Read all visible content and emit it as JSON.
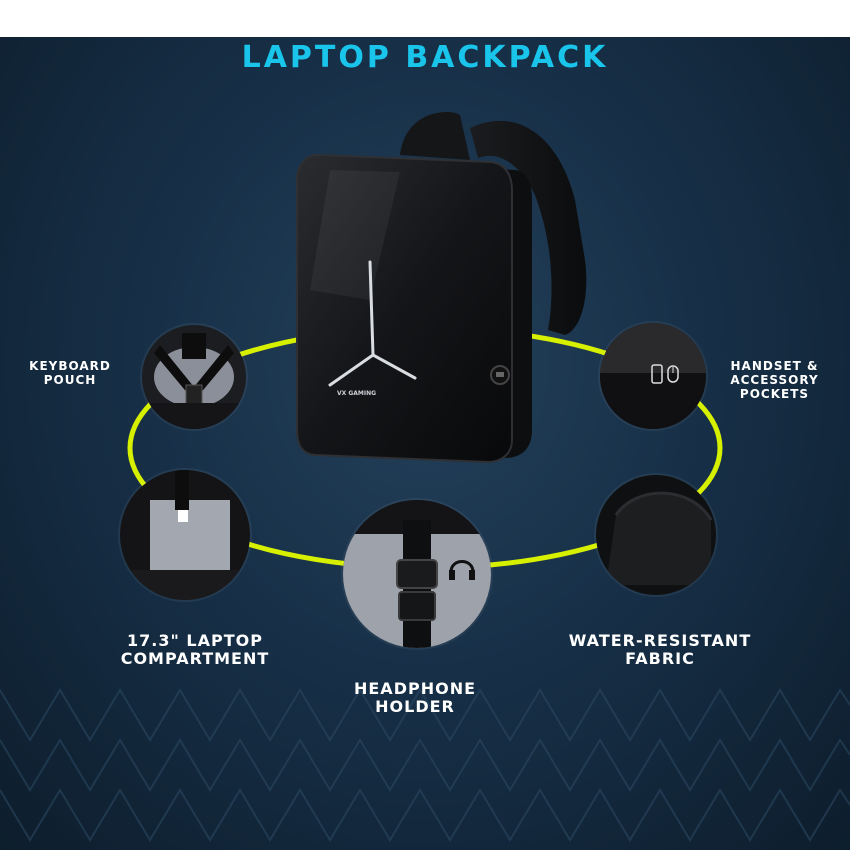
{
  "title": "LAPTOP BACKPACK",
  "brand_text": "VX GAMING",
  "labels": {
    "keyboard_pouch": [
      "KEYBOARD",
      "POUCH"
    ],
    "handset_pockets": [
      "HANDSET &",
      "ACCESSORY",
      "POCKETS"
    ],
    "laptop_compartment": [
      "17.3\" LAPTOP",
      "COMPARTMENT"
    ],
    "water_resistant": [
      "WATER-RESISTANT",
      "FABRIC"
    ],
    "headphone_holder": [
      "HEADPHONE",
      "HOLDER"
    ]
  },
  "colors": {
    "title": "#19c5ea",
    "ring": "#d6f000",
    "background": "#173048",
    "label": "#ffffff"
  },
  "icons": [
    "headphone-icon",
    "phone-icon",
    "mouse-icon",
    "usb-port-icon"
  ]
}
